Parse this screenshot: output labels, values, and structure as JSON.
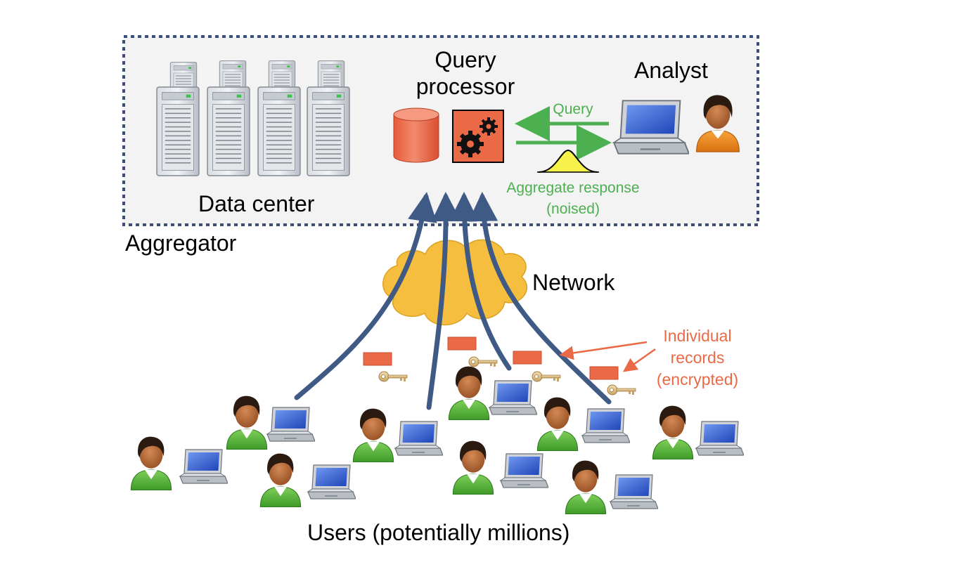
{
  "labels": {
    "query_processor": "Query\nprocessor",
    "analyst": "Analyst",
    "query": "Query",
    "aggregate_response_line1": "Aggregate response",
    "aggregate_response_line2": "(noised)",
    "data_center": "Data center",
    "aggregator": "Aggregator",
    "network": "Network",
    "individual_records_line1": "Individual",
    "individual_records_line2": "records",
    "individual_records_line3": "(encrypted)",
    "users": "Users (potentially millions)"
  },
  "colors": {
    "aggregator_border": "#3b4f7a",
    "aggregator_fill": "#f3f3f3",
    "flow_arrow": "#3f5a85",
    "query_arrow": "#4caf50",
    "records_annotation": "#ea6a47",
    "record_block": "#ea6a47",
    "cloud": "#f6be3f",
    "noise_curve": "#f7f24a",
    "database": "#ea6a47",
    "processor_box": "#ea6a47",
    "laptop_screen": "#2f5fd0",
    "person_shirt": "#5cb83a",
    "person_skin": "#b86a3a",
    "person_hair": "#2a1a10",
    "analyst_shirt": "#ef8a1e"
  },
  "icons": [
    "server-rack-icon",
    "database-icon",
    "gears-icon",
    "laptop-icon",
    "person-icon",
    "key-icon",
    "cloud-icon",
    "bell-curve-icon"
  ]
}
